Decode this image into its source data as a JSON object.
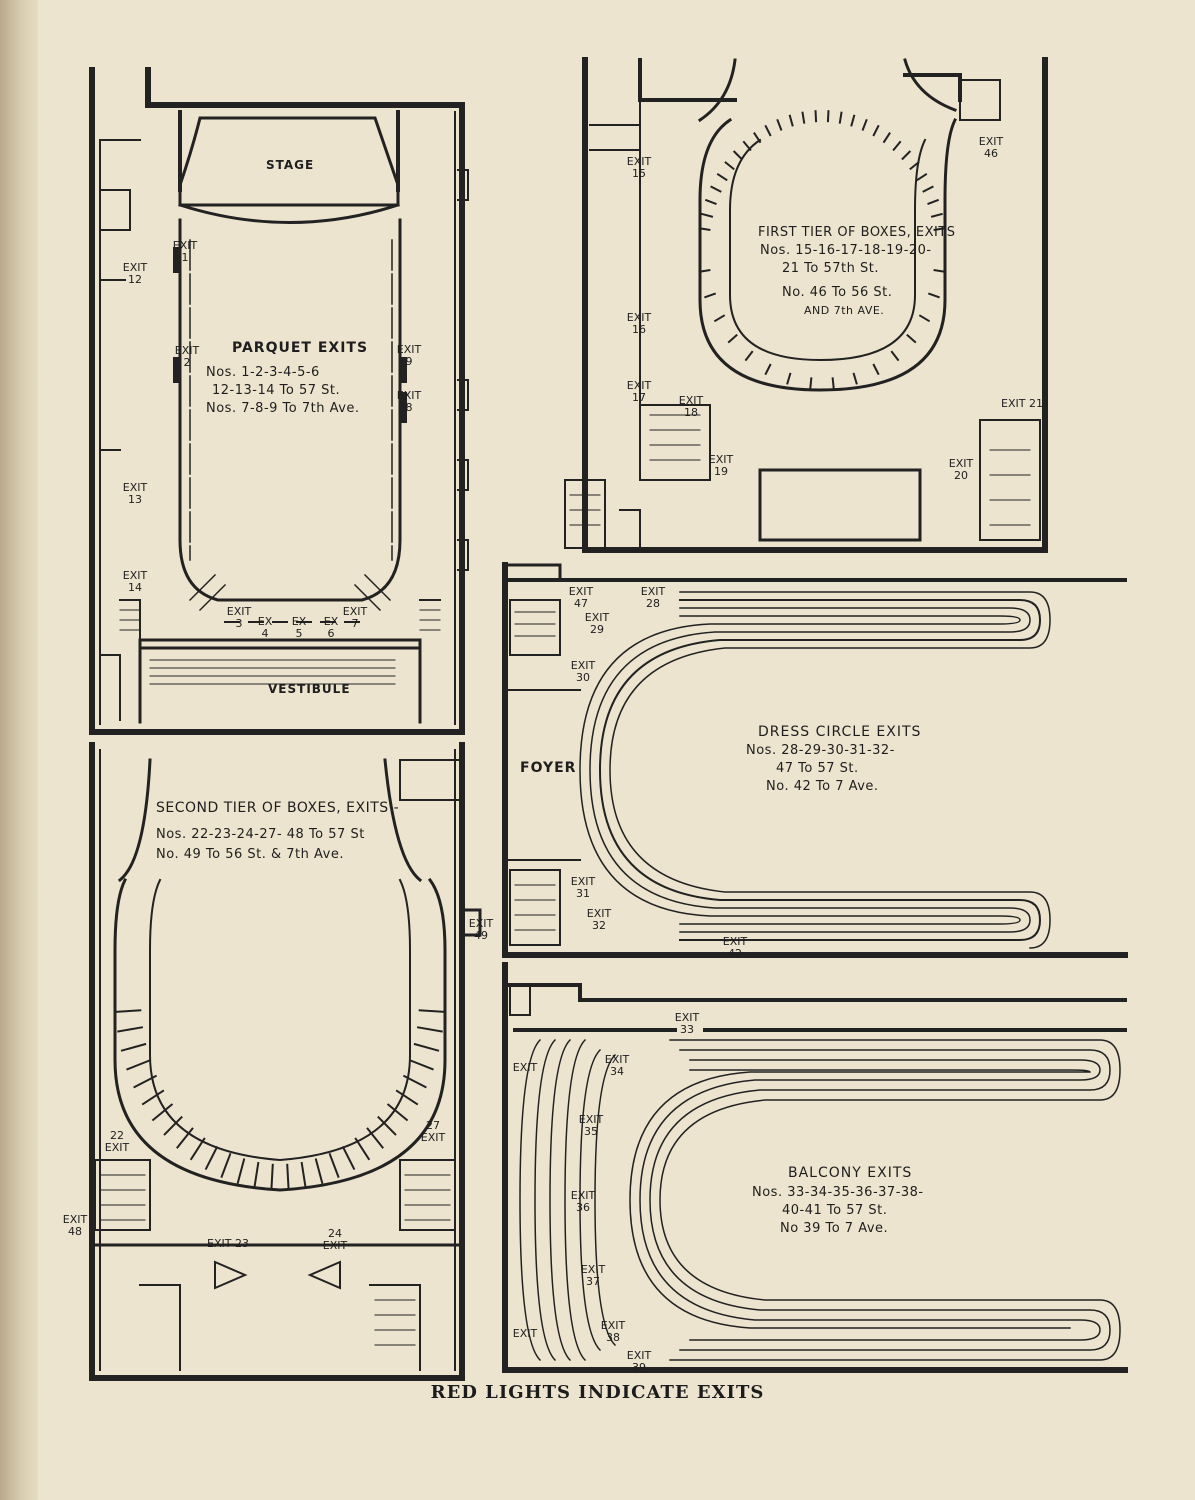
{
  "panels": {
    "parquet": {
      "stage": "STAGE",
      "vestibule": "VESTIBULE",
      "title": "PARQUET EXITS",
      "lines": [
        "Nos. 1-2-3-4-5-6",
        "12-13-14 To 57 St.",
        "Nos. 7-8-9 To 7th Ave."
      ]
    },
    "first_tier": {
      "title": "FIRST TIER OF BOXES, EXITS",
      "lines": [
        "Nos. 15-16-17-18-19-20-",
        "21 To 57th St.",
        "No. 46 To 56 St.",
        "AND 7th AVE."
      ]
    },
    "second_tier": {
      "title": "SECOND TIER OF BOXES, EXITS -",
      "lines": [
        "Nos. 22-23-24-27- 48 To 57 St",
        "No. 49 To 56 St. & 7th Ave."
      ]
    },
    "dress_circle": {
      "foyer": "FOYER",
      "title": "DRESS CIRCLE EXITS",
      "lines": [
        "Nos. 28-29-30-31-32-",
        "47 To 57 St.",
        "No. 42 To 7 Ave."
      ]
    },
    "balcony": {
      "title": "BALCONY EXITS",
      "lines": [
        "Nos. 33-34-35-36-37-38-",
        "40-41 To 57 St.",
        "No 39 To 7 Ave."
      ]
    }
  },
  "exit_word": "EXIT",
  "exit_abbrev": "EX",
  "exits": {
    "e1": "1",
    "e2": "2",
    "e3": "3",
    "e4": "4",
    "e5": "5",
    "e6": "6",
    "e7": "7",
    "e8": "8",
    "e9": "9",
    "e12": "12",
    "e13": "13",
    "e14": "14",
    "e15": "15",
    "e16": "16",
    "e17": "17",
    "e18": "18",
    "e19": "19",
    "e20": "20",
    "e21": "21",
    "e46": "46",
    "e22": "22",
    "e23": "23",
    "e24": "24",
    "e27": "27",
    "e48": "48",
    "e49": "49",
    "e28": "28",
    "e29": "29",
    "e30": "30",
    "e31": "31",
    "e32": "32",
    "e42": "42",
    "e47": "47",
    "e33": "33",
    "e34": "34",
    "e35": "35",
    "e36": "36",
    "e37": "37",
    "e38": "38",
    "e39": "39"
  },
  "footer": "RED LIGHTS INDICATE EXITS",
  "colors": {
    "paper": "#ece4cf",
    "ink": "#222222"
  }
}
